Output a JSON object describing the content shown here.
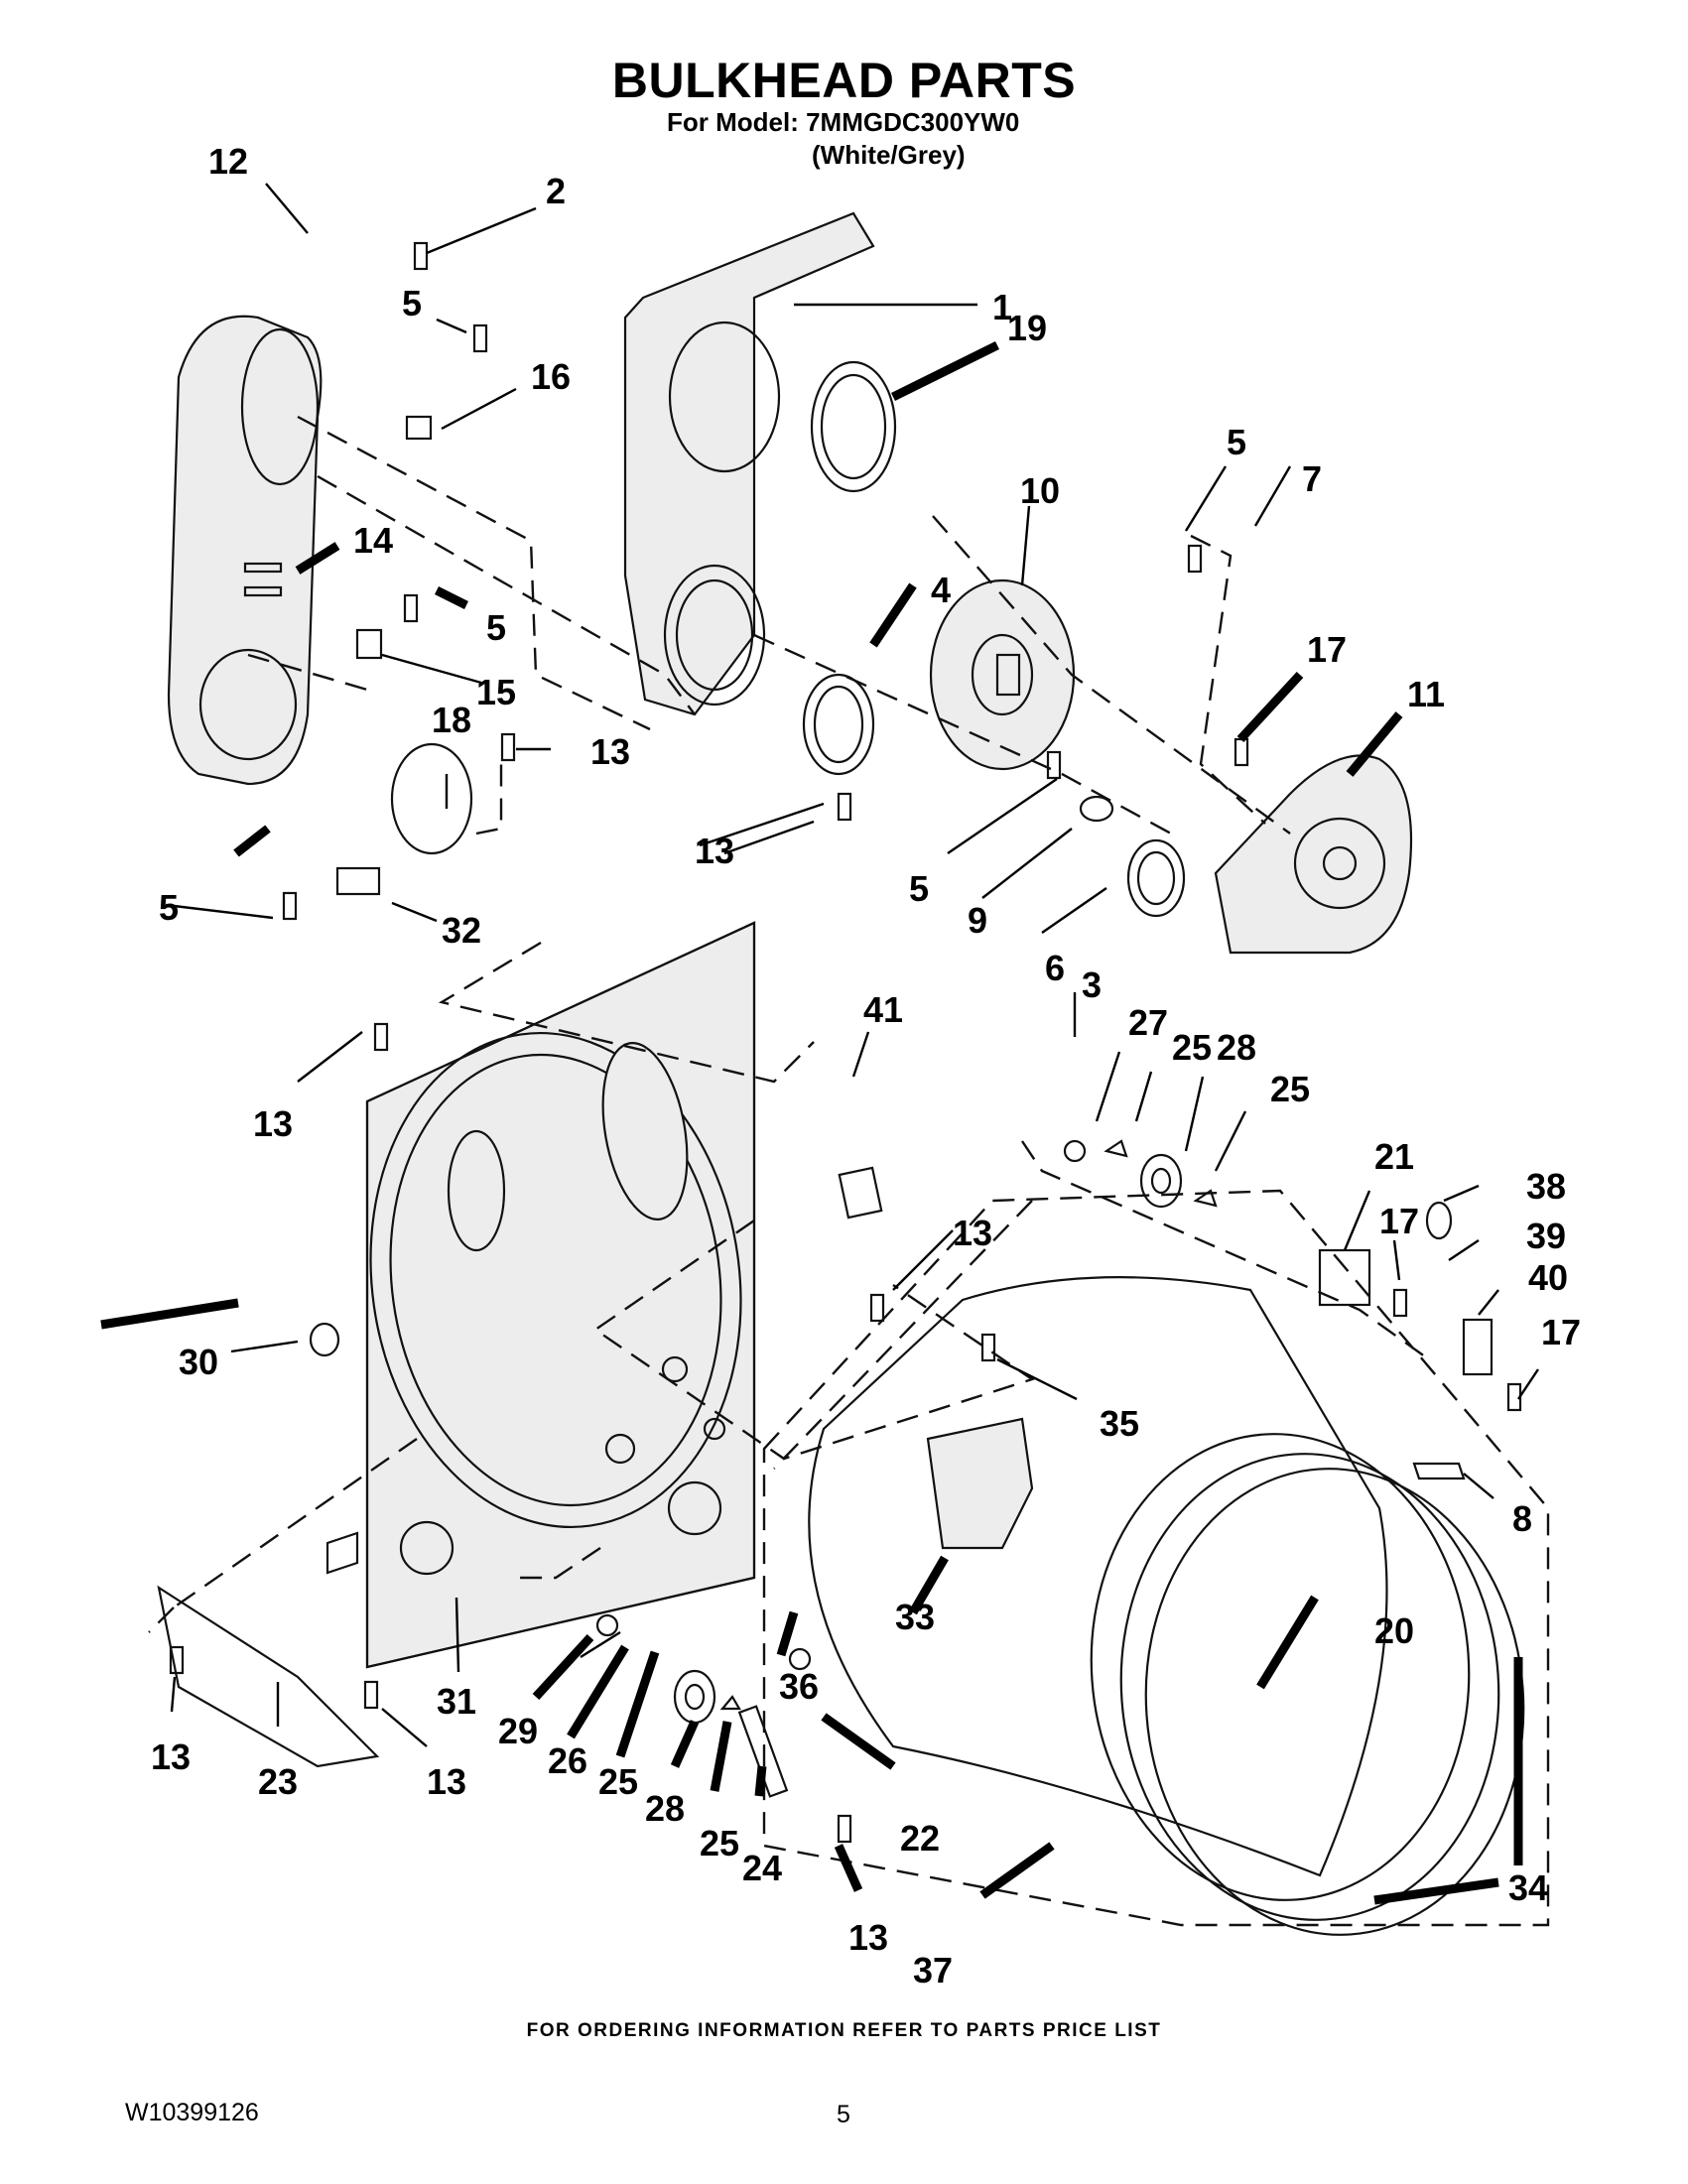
{
  "header": {
    "title": "BULKHEAD PARTS",
    "model_line": "For Model: 7MMGDC300YW0",
    "color_line": "(White/Grey)"
  },
  "footer": {
    "ordering_note": "FOR ORDERING INFORMATION REFER TO PARTS PRICE LIST",
    "document_number": "W10399126",
    "page_number": "5"
  },
  "callouts": [
    "1",
    "2",
    "3",
    "4",
    "5",
    "6",
    "7",
    "8",
    "9",
    "10",
    "11",
    "12",
    "13",
    "14",
    "15",
    "16",
    "17",
    "18",
    "19",
    "20",
    "21",
    "22",
    "23",
    "24",
    "25",
    "26",
    "27",
    "28",
    "29",
    "30",
    "31",
    "32",
    "33",
    "34",
    "35",
    "36",
    "37",
    "38",
    "39",
    "40",
    "41"
  ]
}
